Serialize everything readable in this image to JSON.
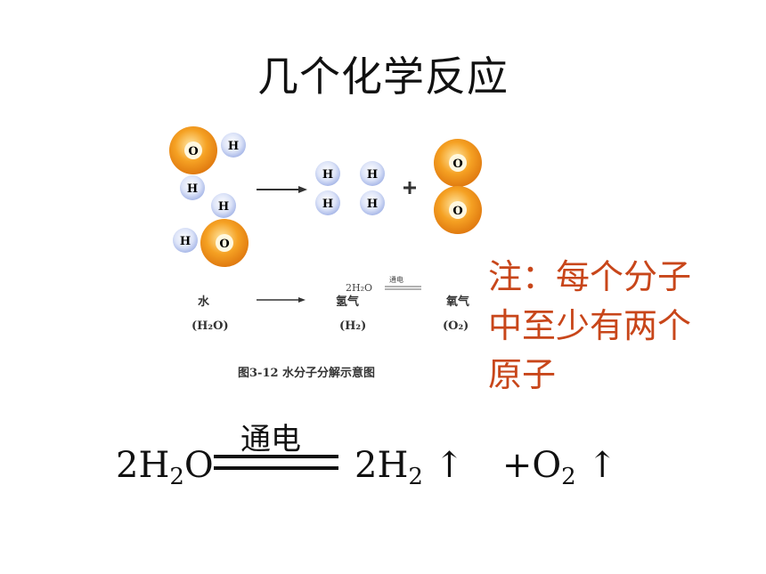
{
  "title": "几个化学反应",
  "figure": {
    "atoms": {
      "oxygen": "O",
      "hydrogen": "H"
    },
    "row_names": [
      "水",
      "氢气",
      "氧气"
    ],
    "row_formulas": [
      "(H₂O)",
      "(H₂)",
      "(O₂)"
    ],
    "caption": "图3-12  水分子分解示意图",
    "mini_equation": {
      "reactant": "2H₂O",
      "condition": "通电"
    }
  },
  "note": "注：每个分子中至少有两个原子",
  "equation": {
    "reactant": "2H",
    "reactant_sub": "2",
    "reactant_tail": "O",
    "condition": "通电",
    "product1": "2H",
    "product1_sub": "2",
    "arrow1": "↑",
    "plus": "+O",
    "product2_sub": "2",
    "arrow2": "↑"
  },
  "colors": {
    "oxygen_atom": "#f5a123",
    "hydrogen_atom": "#b9c7ee",
    "note_text": "#c8461a"
  }
}
